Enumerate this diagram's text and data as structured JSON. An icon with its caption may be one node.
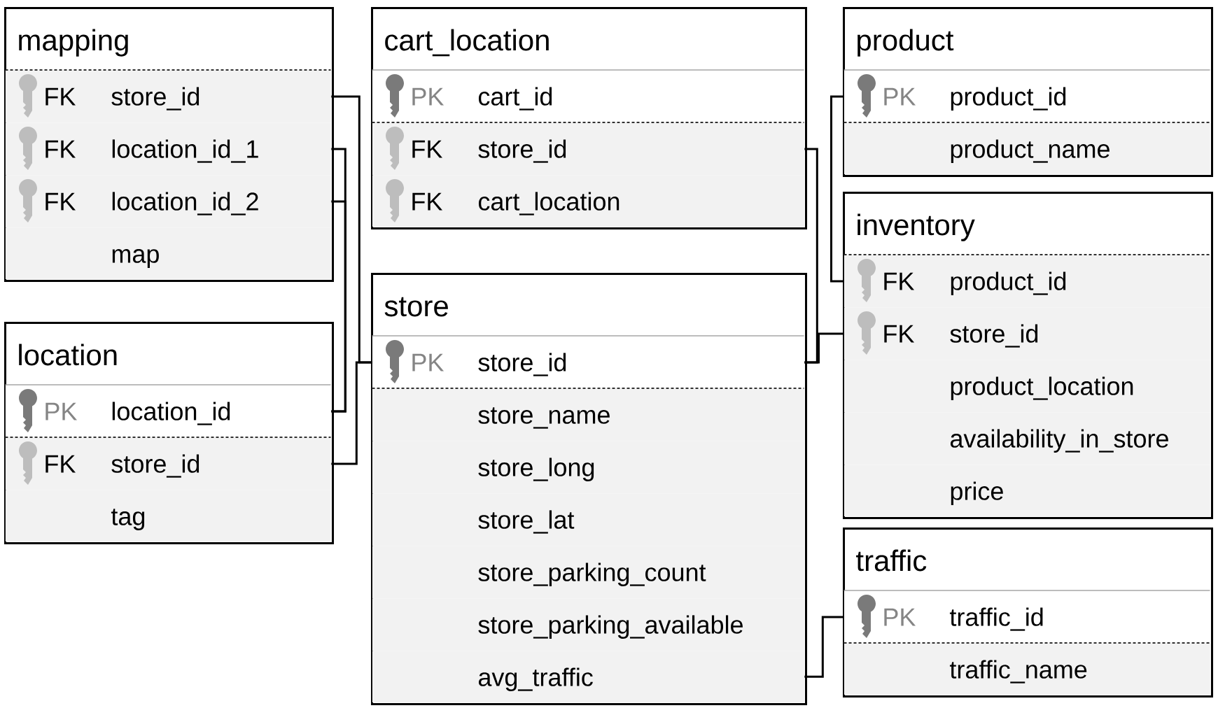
{
  "diagram": {
    "nodes": [
      {
        "text": [
          "mapping"
        ]
      },
      {
        "text": [
          "FK",
          "store_id"
        ],
        "in": 0
      },
      {
        "text": [
          "FK",
          "location_id_1"
        ],
        "in": 0
      },
      {
        "text": [
          "FK",
          "location_id_2"
        ],
        "in": 0
      },
      {
        "text": [
          "map"
        ],
        "in": 0
      },
      {
        "text": [
          "location"
        ]
      },
      {
        "text": [
          "PK",
          "location_id"
        ],
        "in": 5
      },
      {
        "text": [
          "FK",
          "store_id"
        ],
        "in": 5
      },
      {
        "text": [
          "tag"
        ],
        "in": 5
      },
      {
        "text": [
          "cart_location"
        ]
      },
      {
        "text": [
          "PK",
          "cart_id"
        ],
        "in": 9
      },
      {
        "text": [
          "FK",
          "store_id"
        ],
        "in": 9
      },
      {
        "text": [
          "FK",
          "cart_location"
        ],
        "in": 9
      },
      {
        "text": [
          "store"
        ]
      },
      {
        "text": [
          "PK",
          "store_id"
        ],
        "in": 13
      },
      {
        "text": [
          "store_name"
        ],
        "in": 13
      },
      {
        "text": [
          "store_long"
        ],
        "in": 13
      },
      {
        "text": [
          "store_lat"
        ],
        "in": 13
      },
      {
        "text": [
          "store_parking_count"
        ],
        "in": 13
      },
      {
        "text": [
          "store_parking_available"
        ],
        "in": 13
      },
      {
        "text": [
          "avg_traffic"
        ],
        "in": 13
      },
      {
        "text": [
          "product"
        ]
      },
      {
        "text": [
          "PK",
          "product_id"
        ],
        "in": 21
      },
      {
        "text": [
          "product_name"
        ],
        "in": 21
      },
      {
        "text": [
          "inventory"
        ]
      },
      {
        "text": [
          "FK",
          "product_id"
        ],
        "in": 24
      },
      {
        "text": [
          "FK",
          "store_id"
        ],
        "in": 24
      },
      {
        "text": [
          "product_location"
        ],
        "in": 24
      },
      {
        "text": [
          "availability_in_store"
        ],
        "in": 24
      },
      {
        "text": [
          "price"
        ],
        "in": 24
      },
      {
        "text": [
          "traffic"
        ]
      },
      {
        "text": [
          "PK",
          "traffic_id"
        ],
        "in": 30
      },
      {
        "text": [
          "traffic_name"
        ],
        "in": 30
      }
    ],
    "edges": [
      {
        "from": 1,
        "to": 14,
        "arrow": "none"
      },
      {
        "from": 7,
        "to": 14,
        "arrow": "none"
      },
      {
        "from": 2,
        "to": 6,
        "arrow": "none"
      },
      {
        "from": 3,
        "to": 6,
        "arrow": "none"
      },
      {
        "from": 11,
        "to": 14,
        "arrow": "none"
      },
      {
        "from": 26,
        "to": 14,
        "arrow": "none"
      },
      {
        "from": 25,
        "to": 22,
        "arrow": "none"
      },
      {
        "from": 20,
        "to": 31,
        "arrow": "none"
      }
    ]
  }
}
